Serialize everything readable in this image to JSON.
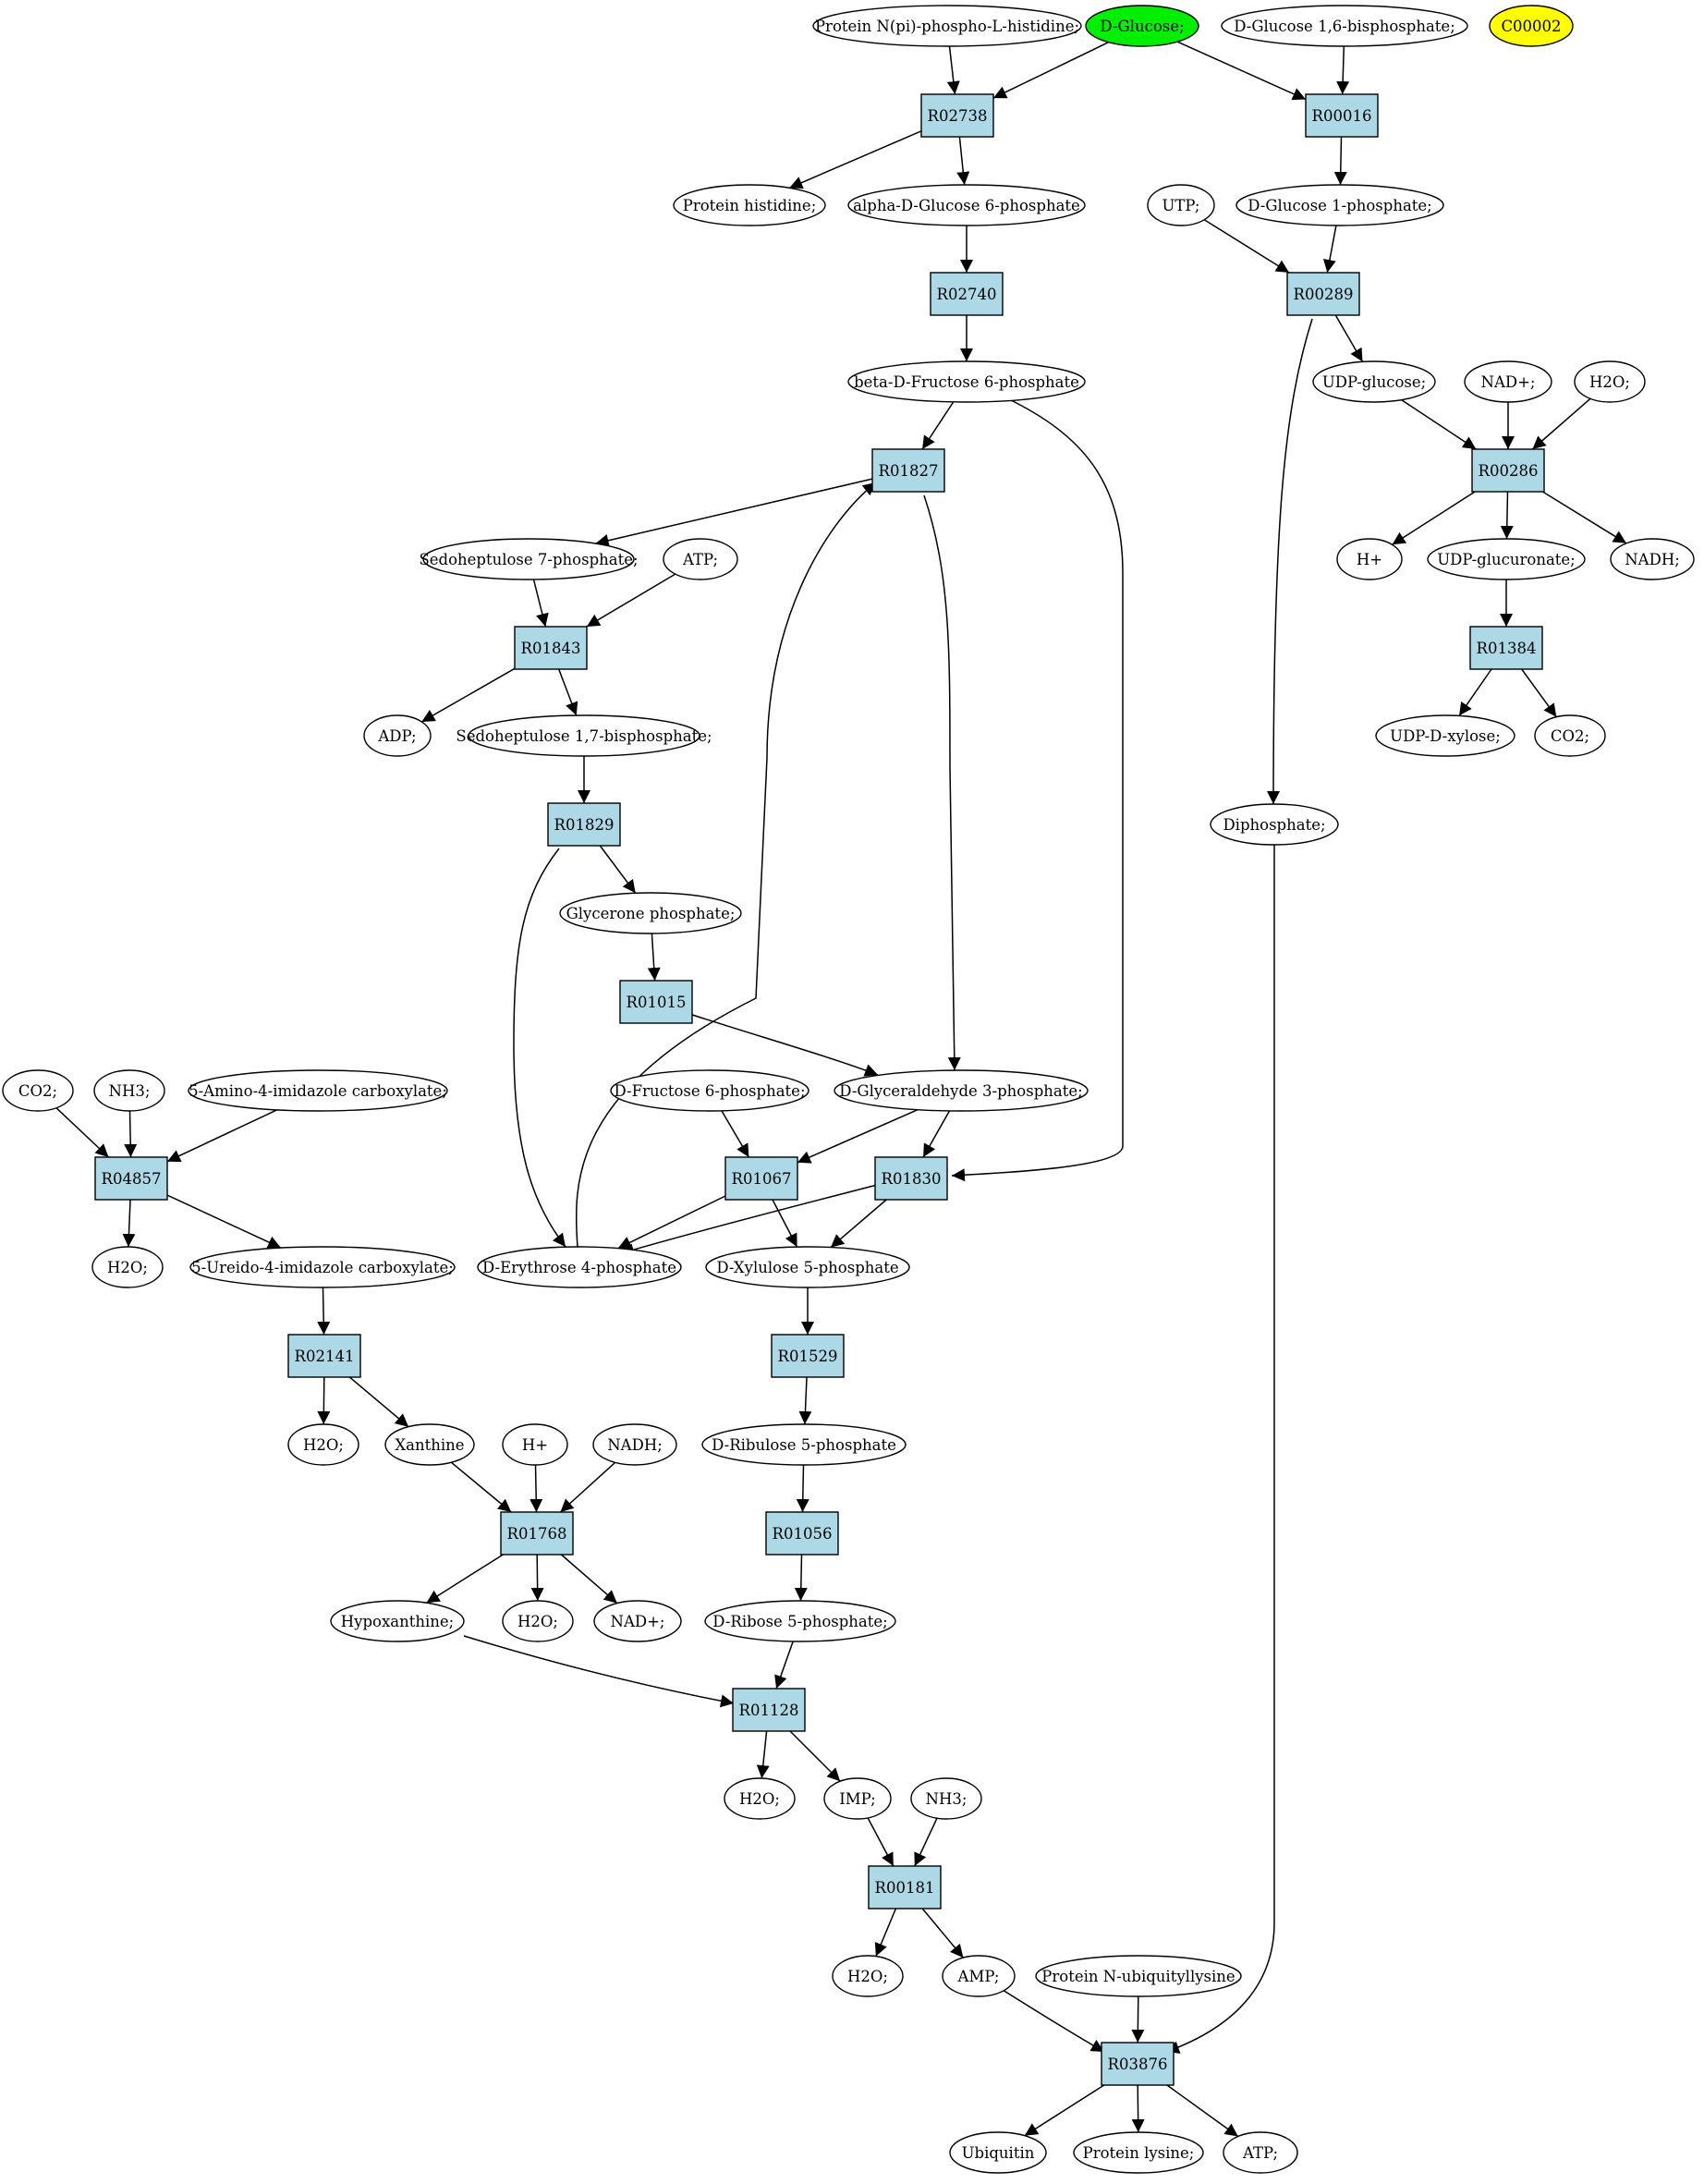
{
  "nodes": {
    "c_npphis": {
      "label": "Protein N(pi)-phospho-L-histidine;",
      "kind": "compound"
    },
    "c_glucose": {
      "label": "D-Glucose;",
      "kind": "compound",
      "color": "#00ee00"
    },
    "c_g16bp": {
      "label": "D-Glucose 1,6-bisphosphate;",
      "kind": "compound"
    },
    "c_c00002": {
      "label": "C00002",
      "kind": "compound",
      "color": "#ffff00"
    },
    "r_R02738": {
      "label": "R02738",
      "kind": "reaction"
    },
    "r_R00016": {
      "label": "R00016",
      "kind": "reaction"
    },
    "c_prothis": {
      "label": "Protein histidine;",
      "kind": "compound"
    },
    "c_ag6p": {
      "label": "alpha-D-Glucose 6-phosphate",
      "kind": "compound"
    },
    "c_utp": {
      "label": "UTP;",
      "kind": "compound"
    },
    "c_g1p": {
      "label": "D-Glucose 1-phosphate;",
      "kind": "compound"
    },
    "r_R02740": {
      "label": "R02740",
      "kind": "reaction"
    },
    "r_R00289": {
      "label": "R00289",
      "kind": "reaction"
    },
    "c_bf6p": {
      "label": "beta-D-Fructose 6-phosphate",
      "kind": "compound"
    },
    "c_udpglc": {
      "label": "UDP-glucose;",
      "kind": "compound"
    },
    "c_nadp1": {
      "label": "NAD+;",
      "kind": "compound"
    },
    "c_h2o_a": {
      "label": "H2O;",
      "kind": "compound"
    },
    "r_R01827": {
      "label": "R01827",
      "kind": "reaction"
    },
    "r_R00286": {
      "label": "R00286",
      "kind": "reaction"
    },
    "c_s7p": {
      "label": "Sedoheptulose 7-phosphate;",
      "kind": "compound"
    },
    "c_atp1": {
      "label": "ATP;",
      "kind": "compound"
    },
    "c_hplus1": {
      "label": "H+",
      "kind": "compound"
    },
    "c_udpgluc": {
      "label": "UDP-glucuronate;",
      "kind": "compound"
    },
    "c_nadh1": {
      "label": "NADH;",
      "kind": "compound"
    },
    "r_R01843": {
      "label": "R01843",
      "kind": "reaction"
    },
    "r_R01384": {
      "label": "R01384",
      "kind": "reaction"
    },
    "c_adp": {
      "label": "ADP;",
      "kind": "compound"
    },
    "c_s17bp": {
      "label": "Sedoheptulose 1,7-bisphosphate;",
      "kind": "compound"
    },
    "c_udpxyl": {
      "label": "UDP-D-xylose;",
      "kind": "compound"
    },
    "c_co2_a": {
      "label": "CO2;",
      "kind": "compound"
    },
    "r_R01829": {
      "label": "R01829",
      "kind": "reaction"
    },
    "c_diphos": {
      "label": "Diphosphate;",
      "kind": "compound"
    },
    "c_glyp": {
      "label": "Glycerone phosphate;",
      "kind": "compound"
    },
    "r_R01015": {
      "label": "R01015",
      "kind": "reaction"
    },
    "c_co2_b": {
      "label": "CO2;",
      "kind": "compound"
    },
    "c_nh3_a": {
      "label": "NH3;",
      "kind": "compound"
    },
    "c_aic": {
      "label": "5-Amino-4-imidazole carboxylate;",
      "kind": "compound"
    },
    "c_f6p": {
      "label": "D-Fructose 6-phosphate;",
      "kind": "compound"
    },
    "c_gap": {
      "label": "D-Glyceraldehyde 3-phosphate;",
      "kind": "compound"
    },
    "r_R04857": {
      "label": "R04857",
      "kind": "reaction"
    },
    "r_R01067": {
      "label": "R01067",
      "kind": "reaction"
    },
    "r_R01830": {
      "label": "R01830",
      "kind": "reaction"
    },
    "c_h2o_b": {
      "label": "H2O;",
      "kind": "compound"
    },
    "c_uic": {
      "label": "5-Ureido-4-imidazole carboxylate;",
      "kind": "compound"
    },
    "c_e4p": {
      "label": "D-Erythrose 4-phosphate",
      "kind": "compound"
    },
    "c_x5p": {
      "label": "D-Xylulose 5-phosphate",
      "kind": "compound"
    },
    "r_R02141": {
      "label": "R02141",
      "kind": "reaction"
    },
    "r_R01529": {
      "label": "R01529",
      "kind": "reaction"
    },
    "c_h2o_c": {
      "label": "H2O;",
      "kind": "compound"
    },
    "c_xan": {
      "label": "Xanthine",
      "kind": "compound"
    },
    "c_hplus2": {
      "label": "H+",
      "kind": "compound"
    },
    "c_nadh2": {
      "label": "NADH;",
      "kind": "compound"
    },
    "c_ru5p": {
      "label": "D-Ribulose 5-phosphate",
      "kind": "compound"
    },
    "r_R01768": {
      "label": "R01768",
      "kind": "reaction"
    },
    "r_R01056": {
      "label": "R01056",
      "kind": "reaction"
    },
    "c_hyp": {
      "label": "Hypoxanthine;",
      "kind": "compound"
    },
    "c_h2o_d": {
      "label": "H2O;",
      "kind": "compound"
    },
    "c_nadp2": {
      "label": "NAD+;",
      "kind": "compound"
    },
    "c_r5p": {
      "label": "D-Ribose 5-phosphate;",
      "kind": "compound"
    },
    "r_R01128": {
      "label": "R01128",
      "kind": "reaction"
    },
    "c_h2o_e": {
      "label": "H2O;",
      "kind": "compound"
    },
    "c_imp": {
      "label": "IMP;",
      "kind": "compound"
    },
    "c_nh3_b": {
      "label": "NH3;",
      "kind": "compound"
    },
    "r_R00181": {
      "label": "R00181",
      "kind": "reaction"
    },
    "c_h2o_f": {
      "label": "H2O;",
      "kind": "compound"
    },
    "c_amp": {
      "label": "AMP;",
      "kind": "compound"
    },
    "c_pnubl": {
      "label": "Protein N-ubiquityllysine",
      "kind": "compound"
    },
    "r_R03876": {
      "label": "R03876",
      "kind": "reaction"
    },
    "c_ubiq": {
      "label": "Ubiquitin",
      "kind": "compound"
    },
    "c_protlys": {
      "label": "Protein lysine;",
      "kind": "compound"
    },
    "c_atp2": {
      "label": "ATP;",
      "kind": "compound"
    }
  },
  "edges": [
    [
      "c_npphis",
      "r_R02738"
    ],
    [
      "c_glucose",
      "r_R02738"
    ],
    [
      "c_glucose",
      "r_R00016"
    ],
    [
      "c_g16bp",
      "r_R00016"
    ],
    [
      "r_R02738",
      "c_prothis"
    ],
    [
      "r_R02738",
      "c_ag6p"
    ],
    [
      "r_R00016",
      "c_g1p"
    ],
    [
      "c_ag6p",
      "r_R02740"
    ],
    [
      "c_utp",
      "r_R00289"
    ],
    [
      "c_g1p",
      "r_R00289"
    ],
    [
      "r_R02740",
      "c_bf6p"
    ],
    [
      "r_R00289",
      "c_udpglc"
    ],
    [
      "r_R00289",
      "c_diphos"
    ],
    [
      "c_bf6p",
      "r_R01827"
    ],
    [
      "c_bf6p",
      "r_R01830"
    ],
    [
      "c_udpglc",
      "r_R00286"
    ],
    [
      "c_nadp1",
      "r_R00286"
    ],
    [
      "c_h2o_a",
      "r_R00286"
    ],
    [
      "r_R00286",
      "c_hplus1"
    ],
    [
      "r_R00286",
      "c_udpgluc"
    ],
    [
      "r_R00286",
      "c_nadh1"
    ],
    [
      "c_udpgluc",
      "r_R01384"
    ],
    [
      "r_R01384",
      "c_udpxyl"
    ],
    [
      "r_R01384",
      "c_co2_a"
    ],
    [
      "r_R01827",
      "c_s7p"
    ],
    [
      "r_R01827",
      "c_gap"
    ],
    [
      "c_s7p",
      "r_R01843"
    ],
    [
      "c_atp1",
      "r_R01843"
    ],
    [
      "r_R01843",
      "c_adp"
    ],
    [
      "r_R01843",
      "c_s17bp"
    ],
    [
      "c_s17bp",
      "r_R01829"
    ],
    [
      "r_R01829",
      "c_glyp"
    ],
    [
      "r_R01829",
      "c_e4p"
    ],
    [
      "c_glyp",
      "r_R01015"
    ],
    [
      "r_R01015",
      "c_gap"
    ],
    [
      "c_e4p",
      "r_R01827"
    ],
    [
      "c_f6p",
      "r_R01067"
    ],
    [
      "c_gap",
      "r_R01067"
    ],
    [
      "c_gap",
      "r_R01830"
    ],
    [
      "r_R01067",
      "c_e4p"
    ],
    [
      "r_R01067",
      "c_x5p"
    ],
    [
      "r_R01830",
      "c_e4p"
    ],
    [
      "r_R01830",
      "c_x5p"
    ],
    [
      "c_co2_b",
      "r_R04857"
    ],
    [
      "c_nh3_a",
      "r_R04857"
    ],
    [
      "c_aic",
      "r_R04857"
    ],
    [
      "r_R04857",
      "c_h2o_b"
    ],
    [
      "r_R04857",
      "c_uic"
    ],
    [
      "c_uic",
      "r_R02141"
    ],
    [
      "r_R02141",
      "c_h2o_c"
    ],
    [
      "r_R02141",
      "c_xan"
    ],
    [
      "c_xan",
      "r_R01768"
    ],
    [
      "c_hplus2",
      "r_R01768"
    ],
    [
      "c_nadh2",
      "r_R01768"
    ],
    [
      "r_R01768",
      "c_hyp"
    ],
    [
      "r_R01768",
      "c_h2o_d"
    ],
    [
      "r_R01768",
      "c_nadp2"
    ],
    [
      "c_x5p",
      "r_R01529"
    ],
    [
      "r_R01529",
      "c_ru5p"
    ],
    [
      "c_ru5p",
      "r_R01056"
    ],
    [
      "r_R01056",
      "c_r5p"
    ],
    [
      "c_hyp",
      "r_R01128"
    ],
    [
      "c_r5p",
      "r_R01128"
    ],
    [
      "r_R01128",
      "c_h2o_e"
    ],
    [
      "r_R01128",
      "c_imp"
    ],
    [
      "c_imp",
      "r_R00181"
    ],
    [
      "c_nh3_b",
      "r_R00181"
    ],
    [
      "r_R00181",
      "c_h2o_f"
    ],
    [
      "r_R00181",
      "c_amp"
    ],
    [
      "c_amp",
      "r_R03876"
    ],
    [
      "c_pnubl",
      "r_R03876"
    ],
    [
      "c_diphos",
      "r_R03876"
    ],
    [
      "r_R03876",
      "c_ubiq"
    ],
    [
      "r_R03876",
      "c_protlys"
    ],
    [
      "r_R03876",
      "c_atp2"
    ]
  ],
  "colors": {
    "reaction_fill": "#add8e6",
    "compound_fill": "#ffffff",
    "highlight_glucose": "#00ee00",
    "highlight_c00002": "#ffff00"
  }
}
